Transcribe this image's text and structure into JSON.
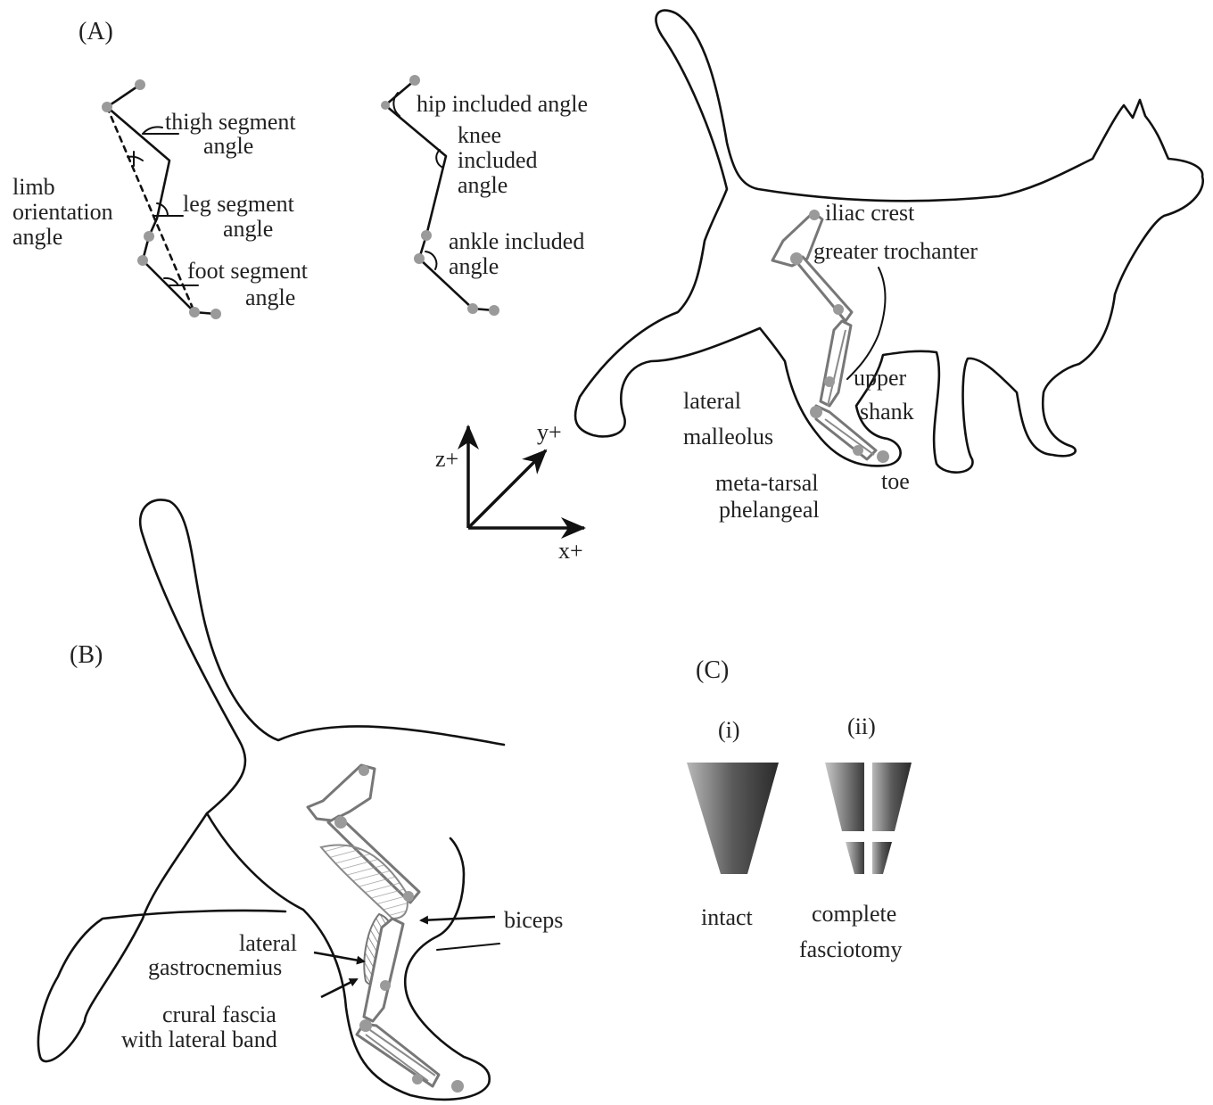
{
  "panels": {
    "a": "(A)",
    "b": "(B)",
    "c": "(C)"
  },
  "segment_angles": {
    "thigh_1": "thigh segment",
    "thigh_2": "angle",
    "leg_1": "leg segment",
    "leg_2": "angle",
    "foot_1": "foot segment",
    "foot_2": "angle",
    "limb_1": "limb",
    "limb_2": "orientation",
    "limb_3": "angle"
  },
  "included_angles": {
    "hip": "hip included angle",
    "knee_1": "knee",
    "knee_2": "included",
    "knee_3": "angle",
    "ankle_1": "ankle included",
    "ankle_2": "angle"
  },
  "landmarks": {
    "iliac_crest": "iliac crest",
    "greater_trochanter": "greater trochanter",
    "upper_1": "upper",
    "upper_2": "shank",
    "lateral_1": "lateral",
    "lateral_2": "malleolus",
    "meta_1": "meta-tarsal",
    "meta_2": "phelangeal",
    "toe": "toe"
  },
  "axes": {
    "x": "x+",
    "y": "y+",
    "z": "z+"
  },
  "muscles": {
    "biceps": "biceps",
    "lat_gastro_1": "lateral",
    "lat_gastro_2": "gastrocnemius",
    "crural_1": "crural fascia",
    "crural_2": "with lateral band"
  },
  "fascia": {
    "i_label": "(i)",
    "ii_label": "(ii)",
    "intact": "intact",
    "complete_1": "complete",
    "complete_2": "fasciotomy"
  },
  "colors": {
    "outline": "#111111",
    "marker": "#9a9a9a",
    "bone": "#777777"
  }
}
